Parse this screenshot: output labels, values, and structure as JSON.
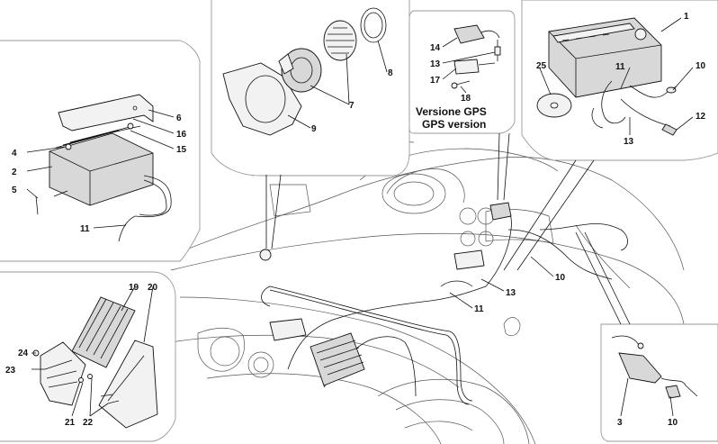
{
  "gps_caption": {
    "line1": "Versione GPS",
    "line2": "GPS version"
  },
  "callouts": {
    "radio_unit": "1",
    "cd_top": "25",
    "antenna_lead_top": "11",
    "cable_top_10": "10",
    "cable_top_12": "12",
    "cable_top_13": "13",
    "gps_antenna": "14",
    "gps_cable": "13",
    "gps_bracket": "17",
    "gps_screw": "18",
    "speaker_bracket": "9",
    "speaker": "7",
    "speaker_ring": "8",
    "amp_bracket": "6",
    "amp_nut_16": "16",
    "amp_screw_15": "15",
    "amp_washer_4": "4",
    "amplifier": "2",
    "amp_screw_5": "5",
    "amp_cable_11": "11",
    "main_cable_10": "10",
    "main_cable_13": "13",
    "main_cable_11": "11",
    "sub_amp": "19",
    "sub_bracket": "20",
    "sub_cover": "23",
    "sub_bolt": "24",
    "sub_nut_21": "21",
    "sub_screw_22": "22",
    "antenna_amp": "3",
    "antenna_cable": "10"
  }
}
